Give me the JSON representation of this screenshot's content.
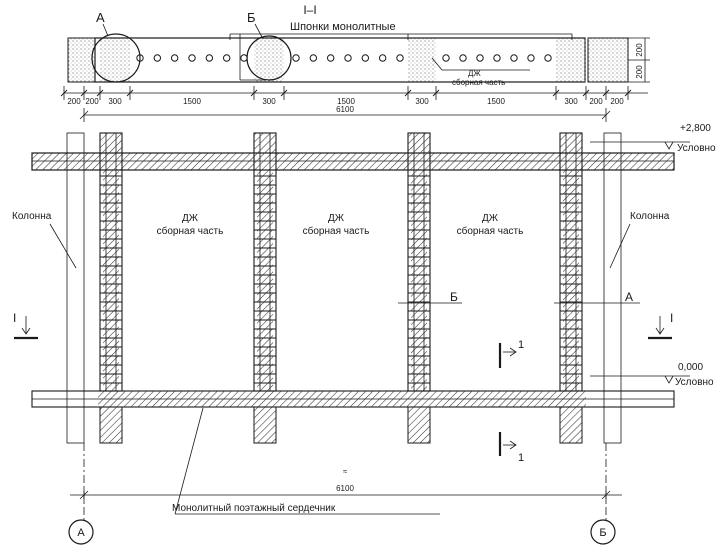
{
  "section": {
    "title": "I–I",
    "label_a": "А",
    "label_b": "Б",
    "keys_label": "Шпонки монолитные",
    "precast_label_1": "ДЖ",
    "precast_label_2": "сборная часть",
    "height_top": "200",
    "height_bottom": "200",
    "dims": [
      "200",
      "200",
      "300",
      "1500",
      "300",
      "1500",
      "300",
      "1500",
      "300",
      "200",
      "200"
    ],
    "overall": "6100"
  },
  "elevation": {
    "top_level": "+2,800",
    "top_level_note": "Условно",
    "bottom_level": "0,000",
    "bottom_level_note": "Условно",
    "column_left": "Колонна",
    "column_right": "Колонна",
    "panels": [
      {
        "line1": "ДЖ",
        "line2": "сборная часть"
      },
      {
        "line1": "ДЖ",
        "line2": "сборная часть"
      },
      {
        "line1": "ДЖ",
        "line2": "сборная часть"
      }
    ],
    "detail_b": "Б",
    "detail_a": "А",
    "cut_left": "I",
    "cut_right": "I",
    "cut_vert_top": "1",
    "cut_vert_bottom": "1",
    "overall_top": "6100",
    "overall_bottom": "6100",
    "core_label": "Монолитный поэтажный сердечник",
    "axis_a": "А",
    "axis_b": "Б"
  }
}
